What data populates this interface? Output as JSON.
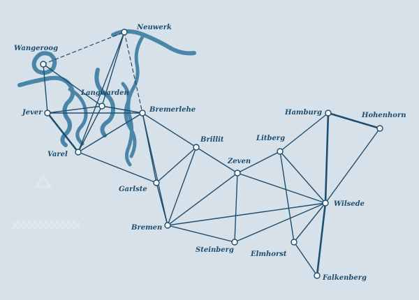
{
  "colors": {
    "paper": "#d7e1ea",
    "ink": "#1f4d6e",
    "water": "#4a86a8"
  },
  "stations": [
    {
      "id": "wangerooog",
      "name": "Wangeroog"
    },
    {
      "id": "neuwerk",
      "name": "Neuwerk"
    },
    {
      "id": "langwarden",
      "name": "Langwarden"
    },
    {
      "id": "jever",
      "name": "Jever"
    },
    {
      "id": "bremerlehe",
      "name": "Bremerlehe"
    },
    {
      "id": "varel",
      "name": "Varel"
    },
    {
      "id": "brillit",
      "name": "Brillit"
    },
    {
      "id": "garlste",
      "name": "Garlste"
    },
    {
      "id": "zeven",
      "name": "Zeven"
    },
    {
      "id": "litberg",
      "name": "Litberg"
    },
    {
      "id": "hamburg",
      "name": "Hamburg"
    },
    {
      "id": "hohenhorn",
      "name": "Hohenhorn"
    },
    {
      "id": "wilsede",
      "name": "Wilsede"
    },
    {
      "id": "bremen",
      "name": "Bremen"
    },
    {
      "id": "steinberg",
      "name": "Steinberg"
    },
    {
      "id": "elmhorst",
      "name": "Elmhorst"
    },
    {
      "id": "falkenberg",
      "name": "Falkenberg"
    }
  ],
  "connections": [
    {
      "from": "wangerooog",
      "to": "neuwerk",
      "style": "dashed"
    },
    {
      "from": "wangerooog",
      "to": "langwarden",
      "style": "solid"
    },
    {
      "from": "wangerooog",
      "to": "jever",
      "style": "solid"
    },
    {
      "from": "neuwerk",
      "to": "langwarden",
      "style": "solid"
    },
    {
      "from": "neuwerk",
      "to": "bremerlehe",
      "style": "dashed"
    },
    {
      "from": "neuwerk",
      "to": "varel",
      "style": "solid"
    },
    {
      "from": "jever",
      "to": "langwarden",
      "style": "solid"
    },
    {
      "from": "jever",
      "to": "bremerlehe",
      "style": "solid"
    },
    {
      "from": "jever",
      "to": "varel",
      "style": "bold"
    },
    {
      "from": "langwarden",
      "to": "bremerlehe",
      "style": "solid"
    },
    {
      "from": "langwarden",
      "to": "varel",
      "style": "solid"
    },
    {
      "from": "varel",
      "to": "bremerlehe",
      "style": "solid"
    },
    {
      "from": "varel",
      "to": "garlste",
      "style": "solid"
    },
    {
      "from": "bremerlehe",
      "to": "brillit",
      "style": "solid"
    },
    {
      "from": "bremerlehe",
      "to": "garlste",
      "style": "solid"
    },
    {
      "from": "bremerlehe",
      "to": "bremen",
      "style": "solid"
    },
    {
      "from": "garlste",
      "to": "brillit",
      "style": "solid"
    },
    {
      "from": "garlste",
      "to": "bremen",
      "style": "solid"
    },
    {
      "from": "brillit",
      "to": "bremen",
      "style": "solid"
    },
    {
      "from": "brillit",
      "to": "zeven",
      "style": "solid"
    },
    {
      "from": "bremen",
      "to": "zeven",
      "style": "solid"
    },
    {
      "from": "bremen",
      "to": "steinberg",
      "style": "solid"
    },
    {
      "from": "bremen",
      "to": "wilsede",
      "style": "solid"
    },
    {
      "from": "zeven",
      "to": "litberg",
      "style": "solid"
    },
    {
      "from": "zeven",
      "to": "steinberg",
      "style": "solid"
    },
    {
      "from": "zeven",
      "to": "wilsede",
      "style": "solid"
    },
    {
      "from": "litberg",
      "to": "hamburg",
      "style": "solid"
    },
    {
      "from": "litberg",
      "to": "wilsede",
      "style": "solid"
    },
    {
      "from": "litberg",
      "to": "elmhorst",
      "style": "solid"
    },
    {
      "from": "hamburg",
      "to": "hohenhorn",
      "style": "bold"
    },
    {
      "from": "hamburg",
      "to": "wilsede",
      "style": "bold"
    },
    {
      "from": "hohenhorn",
      "to": "wilsede",
      "style": "solid"
    },
    {
      "from": "steinberg",
      "to": "wilsede",
      "style": "solid"
    },
    {
      "from": "wilsede",
      "to": "elmhorst",
      "style": "solid"
    },
    {
      "from": "wilsede",
      "to": "falkenberg",
      "style": "bold"
    },
    {
      "from": "elmhorst",
      "to": "falkenberg",
      "style": "solid"
    }
  ]
}
